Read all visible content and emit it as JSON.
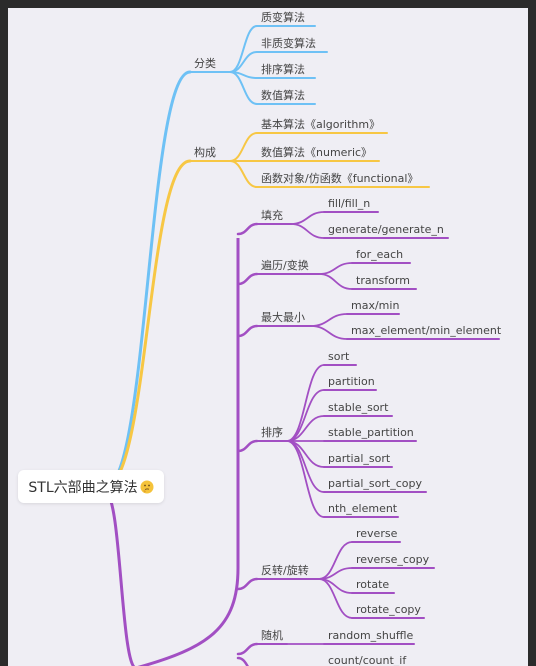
{
  "colors": {
    "canvas": "#efeef4",
    "frame": "#2b2b2b",
    "text": "#444444",
    "branch_blue": "#6ec1f5",
    "branch_yellow": "#f7c744",
    "branch_purple": "#a24fc3"
  },
  "root": {
    "label": "STL六部曲之算法",
    "emoji": "thinking-face-icon"
  },
  "branches": {
    "category": {
      "label": "分类",
      "items": [
        "质变算法",
        "非质变算法",
        "排序算法",
        "数值算法"
      ]
    },
    "composition": {
      "label": "构成",
      "items": [
        "基本算法《algorithm》",
        "数值算法《numeric》",
        "函数对象/仿函数《functional》"
      ]
    },
    "algorithms": {
      "groups": [
        {
          "label": "填充",
          "items": [
            "fill/fill_n",
            "generate/generate_n"
          ]
        },
        {
          "label": "遍历/变换",
          "items": [
            "for_each",
            "transform"
          ]
        },
        {
          "label": "最大最小",
          "items": [
            "max/min",
            "max_element/min_element"
          ]
        },
        {
          "label": "排序",
          "items": [
            "sort",
            "partition",
            "stable_sort",
            "stable_partition",
            "partial_sort",
            "partial_sort_copy",
            "nth_element"
          ]
        },
        {
          "label": "反转/旋转",
          "items": [
            "reverse",
            "reverse_copy",
            "rotate",
            "rotate_copy"
          ]
        },
        {
          "label": "随机",
          "items": [
            "random_shuffle"
          ]
        },
        {
          "label": "",
          "items": [
            "count/count_if"
          ]
        }
      ]
    }
  }
}
